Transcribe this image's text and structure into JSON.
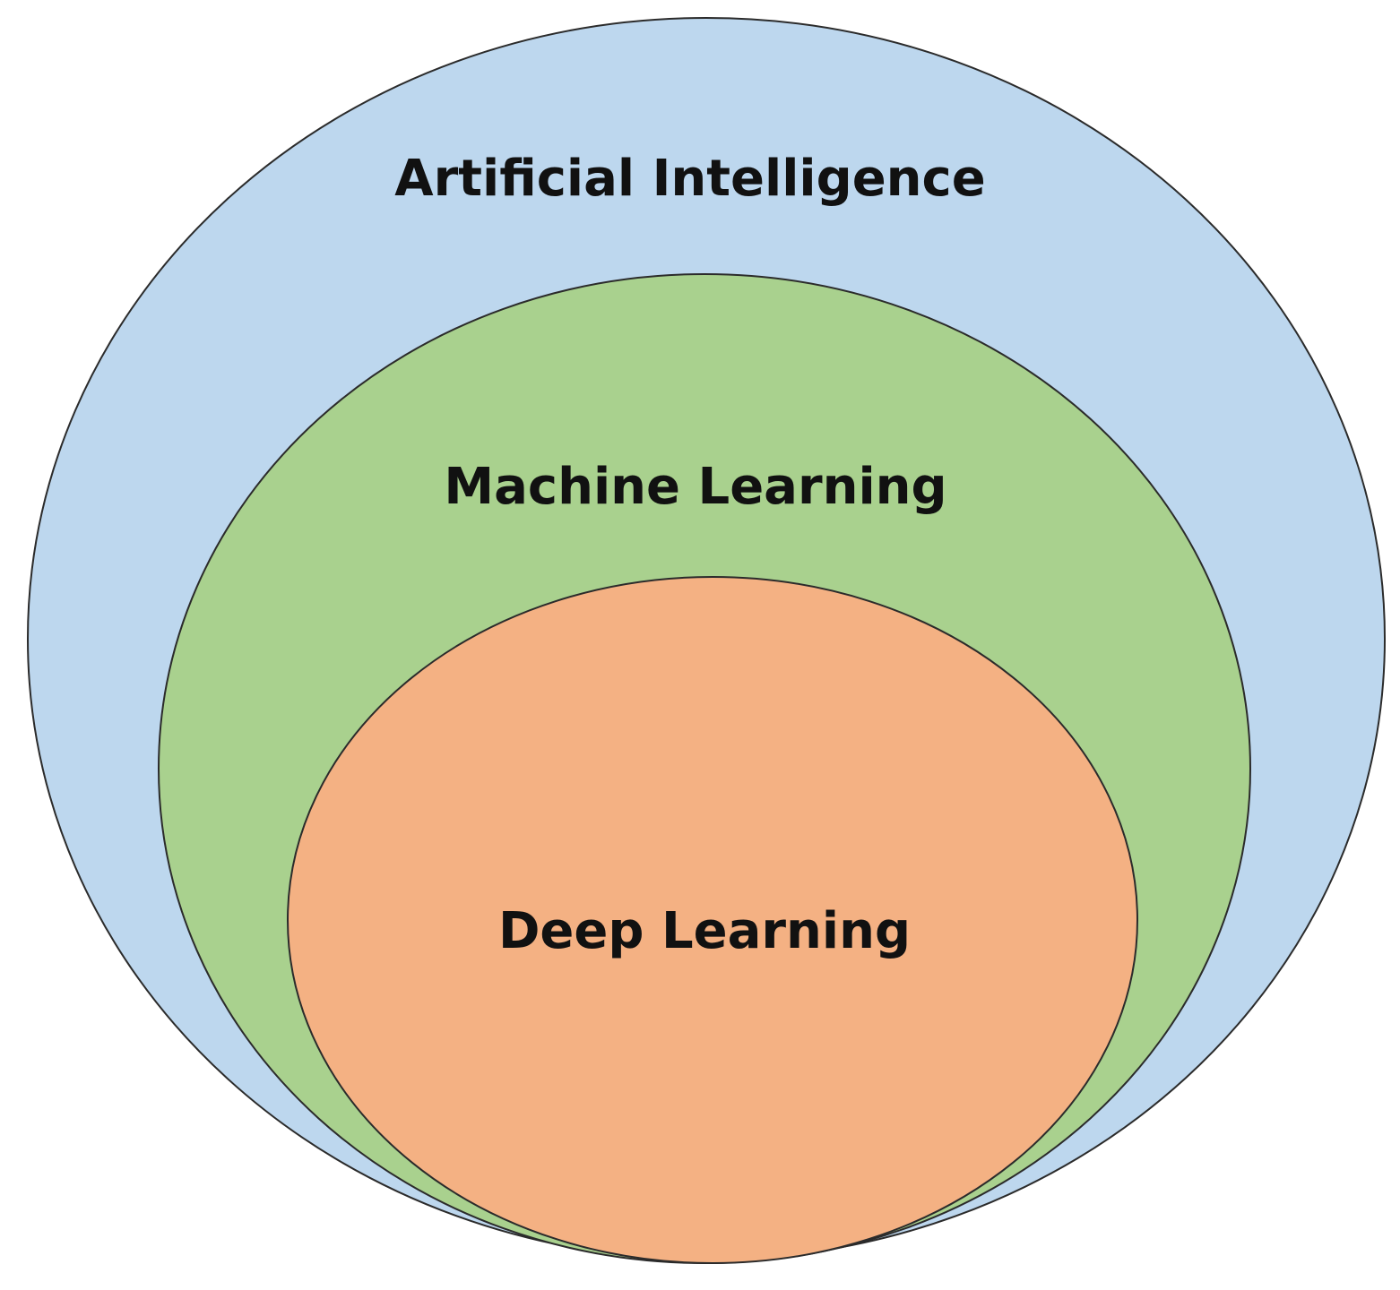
{
  "diagram": {
    "layers": [
      {
        "id": "ai",
        "label": "Artificial Intelligence",
        "fill": "#bdd7ee",
        "stroke": "#2b2b2b"
      },
      {
        "id": "ml",
        "label": "Machine Learning",
        "fill": "#a9d18e",
        "stroke": "#2b2b2b"
      },
      {
        "id": "dl",
        "label": "Deep Learning",
        "fill": "#f4b183",
        "stroke": "#2b2b2b"
      }
    ]
  }
}
